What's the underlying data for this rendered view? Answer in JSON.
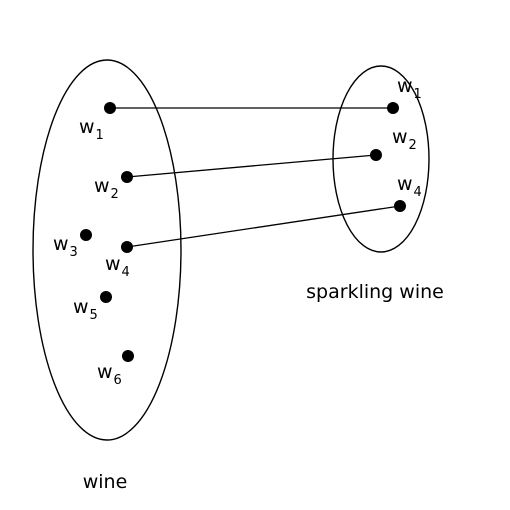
{
  "sets": {
    "wine": {
      "label": "wine",
      "elements": [
        {
          "id": "w1",
          "base": "w",
          "sub": "1"
        },
        {
          "id": "w2",
          "base": "w",
          "sub": "2"
        },
        {
          "id": "w3",
          "base": "w",
          "sub": "3"
        },
        {
          "id": "w4",
          "base": "w",
          "sub": "4"
        },
        {
          "id": "w5",
          "base": "w",
          "sub": "5"
        },
        {
          "id": "w6",
          "base": "w",
          "sub": "6"
        }
      ]
    },
    "sparkling_wine": {
      "label": "sparkling wine",
      "elements": [
        {
          "id": "w1",
          "base": "w",
          "sub": "1"
        },
        {
          "id": "w2",
          "base": "w",
          "sub": "2"
        },
        {
          "id": "w4",
          "base": "w",
          "sub": "4"
        }
      ]
    }
  },
  "mappings": [
    {
      "from": "wine.w1",
      "to": "sparkling_wine.w1"
    },
    {
      "from": "wine.w2",
      "to": "sparkling_wine.w2"
    },
    {
      "from": "wine.w4",
      "to": "sparkling_wine.w4"
    }
  ]
}
